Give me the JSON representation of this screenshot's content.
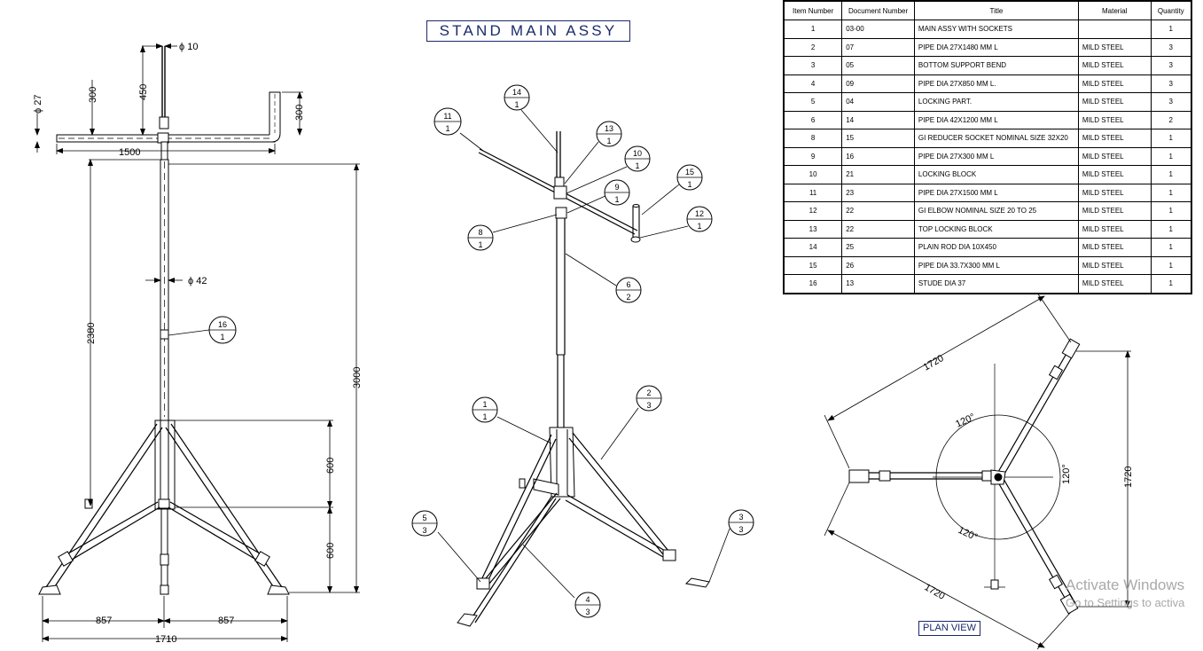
{
  "drawing_title": "STAND MAIN ASSY",
  "plan_view_label": "PLAN VIEW",
  "watermark": {
    "line1": "Activate Windows",
    "line2": "Go to Settings to activa"
  },
  "front_view_dimensions": {
    "phi_10": "ϕ 10",
    "phi_27": "ϕ 27",
    "phi_42": "ϕ 42",
    "d300_left": "300",
    "d450": "450",
    "d300_right": "300",
    "d1500": "1500",
    "d2380": "2380",
    "d3000": "3000",
    "d600_upper": "600",
    "d600_lower": "600",
    "d857_left": "857",
    "d857_right": "857",
    "d1710": "1710"
  },
  "front_view_balloons": [
    {
      "item": "16",
      "qty": "1"
    }
  ],
  "iso_balloons": [
    {
      "item": "14",
      "qty": "1"
    },
    {
      "item": "11",
      "qty": "1"
    },
    {
      "item": "13",
      "qty": "1"
    },
    {
      "item": "10",
      "qty": "1"
    },
    {
      "item": "15",
      "qty": "1"
    },
    {
      "item": "9",
      "qty": "1"
    },
    {
      "item": "12",
      "qty": "1"
    },
    {
      "item": "8",
      "qty": "1"
    },
    {
      "item": "6",
      "qty": "2"
    },
    {
      "item": "1",
      "qty": "1"
    },
    {
      "item": "2",
      "qty": "3"
    },
    {
      "item": "5",
      "qty": "3"
    },
    {
      "item": "3",
      "qty": "3"
    },
    {
      "item": "4",
      "qty": "3"
    }
  ],
  "plan_view_dimensions": {
    "d1720_top": "1720",
    "d1720_right": "1720",
    "d1720_bottom": "1720",
    "a120_top": "120°",
    "a120_right": "120°",
    "a120_bottom": "120°"
  },
  "bom": {
    "headers": [
      "Item Number",
      "Document Number",
      "Title",
      "Material",
      "Quantity"
    ],
    "rows": [
      [
        "1",
        "03-00",
        "MAIN ASSY WITH SOCKETS",
        "",
        "1"
      ],
      [
        "2",
        "07",
        "PIPE DIA 27X1480 MM L",
        "MILD STEEL",
        "3"
      ],
      [
        "3",
        "05",
        "BOTTOM SUPPORT BEND",
        "MILD STEEL",
        "3"
      ],
      [
        "4",
        "09",
        "PIPE DIA 27X850 MM L.",
        "MILD STEEL",
        "3"
      ],
      [
        "5",
        "04",
        "LOCKING PART.",
        "MILD STEEL",
        "3"
      ],
      [
        "6",
        "14",
        "PIPE DIA 42X1200 MM L",
        "MILD STEEL",
        "2"
      ],
      [
        "8",
        "15",
        "GI REDUCER SOCKET NOMINAL SIZE 32X20",
        "MILD STEEL",
        "1"
      ],
      [
        "9",
        "16",
        "PIPE DIA 27X300 MM L",
        "MILD STEEL",
        "1"
      ],
      [
        "10",
        "21",
        "LOCKING BLOCK",
        "MILD STEEL",
        "1"
      ],
      [
        "11",
        "23",
        "PIPE DIA 27X1500 MM L",
        "MILD STEEL",
        "1"
      ],
      [
        "12",
        "22",
        "GI ELBOW NOMINAL SIZE 20 TO 25",
        "MILD STEEL",
        "1"
      ],
      [
        "13",
        "22",
        "TOP LOCKING BLOCK",
        "MILD STEEL",
        "1"
      ],
      [
        "14",
        "25",
        "PLAIN ROD DIA 10X450",
        "MILD STEEL",
        "1"
      ],
      [
        "15",
        "26",
        "PIPE DIA 33.7X300 MM L",
        "MILD STEEL",
        "1"
      ],
      [
        "16",
        "13",
        "STUDE DIA 37",
        "MILD STEEL",
        "1"
      ]
    ]
  }
}
